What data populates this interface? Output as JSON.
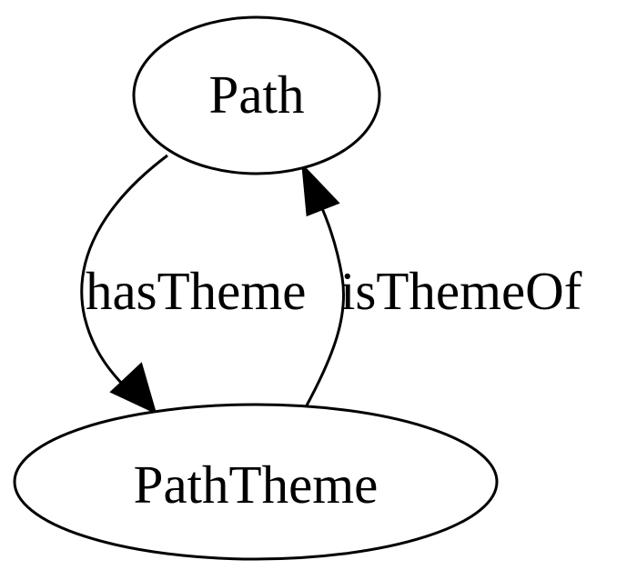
{
  "nodes": {
    "path": {
      "label": "Path"
    },
    "path_theme": {
      "label": "PathTheme"
    }
  },
  "edges": {
    "has_theme": {
      "label": "hasTheme"
    },
    "is_theme_of": {
      "label": "isThemeOf"
    }
  }
}
